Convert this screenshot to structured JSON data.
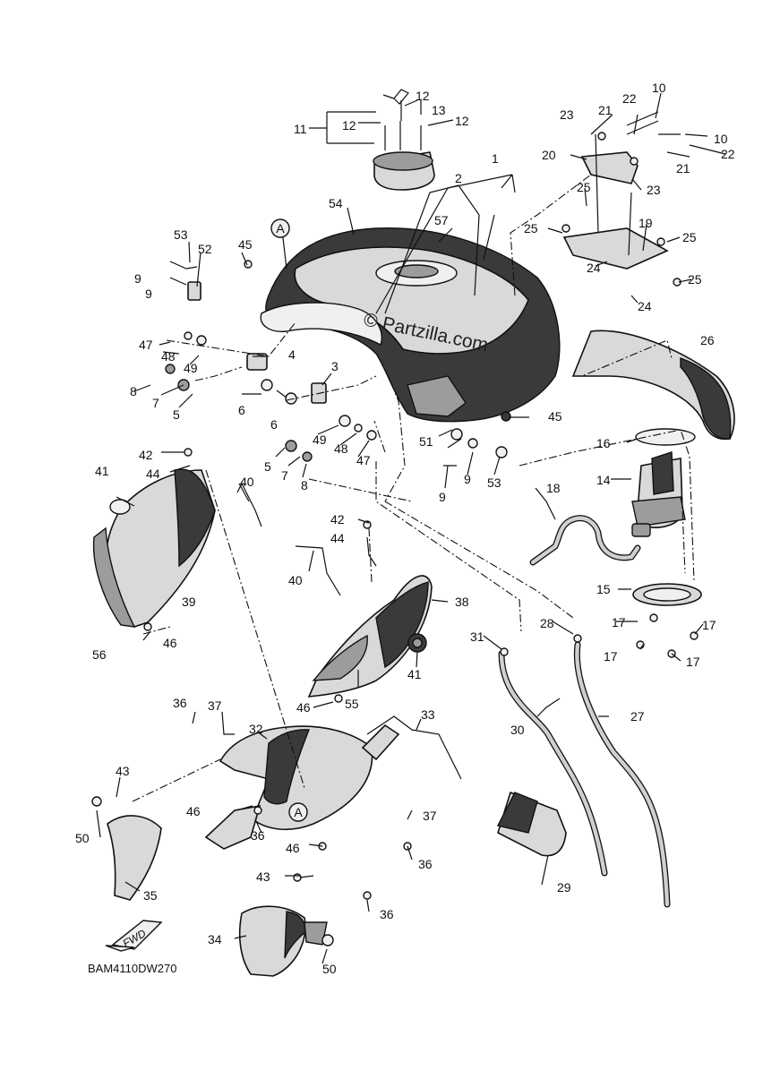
{
  "diagram": {
    "code": "BAM4110DW270",
    "watermark": "© Partzilla.com",
    "fwd_label": "FWD",
    "ref_marks": [
      "A",
      "A"
    ]
  },
  "callouts": [
    {
      "id": "c1",
      "text": "1"
    },
    {
      "id": "c2",
      "text": "2"
    },
    {
      "id": "c3",
      "text": "3"
    },
    {
      "id": "c4",
      "text": "4"
    },
    {
      "id": "c5a",
      "text": "5"
    },
    {
      "id": "c5b",
      "text": "5"
    },
    {
      "id": "c6a",
      "text": "6"
    },
    {
      "id": "c6b",
      "text": "6"
    },
    {
      "id": "c7a",
      "text": "7"
    },
    {
      "id": "c7b",
      "text": "7"
    },
    {
      "id": "c8a",
      "text": "8"
    },
    {
      "id": "c8b",
      "text": "8"
    },
    {
      "id": "c9a",
      "text": "9"
    },
    {
      "id": "c9b",
      "text": "9"
    },
    {
      "id": "c9c",
      "text": "9"
    },
    {
      "id": "c9d",
      "text": "9"
    },
    {
      "id": "c10a",
      "text": "10"
    },
    {
      "id": "c10b",
      "text": "10"
    },
    {
      "id": "c11",
      "text": "11"
    },
    {
      "id": "c12a",
      "text": "12"
    },
    {
      "id": "c12b",
      "text": "12"
    },
    {
      "id": "c12c",
      "text": "12"
    },
    {
      "id": "c13",
      "text": "13"
    },
    {
      "id": "c14",
      "text": "14"
    },
    {
      "id": "c15",
      "text": "15"
    },
    {
      "id": "c16",
      "text": "16"
    },
    {
      "id": "c17a",
      "text": "17"
    },
    {
      "id": "c17b",
      "text": "17"
    },
    {
      "id": "c17c",
      "text": "17"
    },
    {
      "id": "c17d",
      "text": "17"
    },
    {
      "id": "c18",
      "text": "18"
    },
    {
      "id": "c19",
      "text": "19"
    },
    {
      "id": "c20",
      "text": "20"
    },
    {
      "id": "c21a",
      "text": "21"
    },
    {
      "id": "c21b",
      "text": "21"
    },
    {
      "id": "c22a",
      "text": "22"
    },
    {
      "id": "c22b",
      "text": "22"
    },
    {
      "id": "c23a",
      "text": "23"
    },
    {
      "id": "c23b",
      "text": "23"
    },
    {
      "id": "c24a",
      "text": "24"
    },
    {
      "id": "c24b",
      "text": "24"
    },
    {
      "id": "c25a",
      "text": "25"
    },
    {
      "id": "c25b",
      "text": "25"
    },
    {
      "id": "c25c",
      "text": "25"
    },
    {
      "id": "c25d",
      "text": "25"
    },
    {
      "id": "c26",
      "text": "26"
    },
    {
      "id": "c27",
      "text": "27"
    },
    {
      "id": "c28",
      "text": "28"
    },
    {
      "id": "c29",
      "text": "29"
    },
    {
      "id": "c30",
      "text": "30"
    },
    {
      "id": "c31",
      "text": "31"
    },
    {
      "id": "c32",
      "text": "32"
    },
    {
      "id": "c33",
      "text": "33"
    },
    {
      "id": "c34",
      "text": "34"
    },
    {
      "id": "c35",
      "text": "35"
    },
    {
      "id": "c36a",
      "text": "36"
    },
    {
      "id": "c36b",
      "text": "36"
    },
    {
      "id": "c36c",
      "text": "36"
    },
    {
      "id": "c36d",
      "text": "36"
    },
    {
      "id": "c37a",
      "text": "37"
    },
    {
      "id": "c37b",
      "text": "37"
    },
    {
      "id": "c38",
      "text": "38"
    },
    {
      "id": "c39",
      "text": "39"
    },
    {
      "id": "c40a",
      "text": "40"
    },
    {
      "id": "c40b",
      "text": "40"
    },
    {
      "id": "c41a",
      "text": "41"
    },
    {
      "id": "c41b",
      "text": "41"
    },
    {
      "id": "c42a",
      "text": "42"
    },
    {
      "id": "c42b",
      "text": "42"
    },
    {
      "id": "c43a",
      "text": "43"
    },
    {
      "id": "c43b",
      "text": "43"
    },
    {
      "id": "c44a",
      "text": "44"
    },
    {
      "id": "c44b",
      "text": "44"
    },
    {
      "id": "c45a",
      "text": "45"
    },
    {
      "id": "c45b",
      "text": "45"
    },
    {
      "id": "c46a",
      "text": "46"
    },
    {
      "id": "c46b",
      "text": "46"
    },
    {
      "id": "c46c",
      "text": "46"
    },
    {
      "id": "c46d",
      "text": "46"
    },
    {
      "id": "c47a",
      "text": "47"
    },
    {
      "id": "c47b",
      "text": "47"
    },
    {
      "id": "c48a",
      "text": "48"
    },
    {
      "id": "c48b",
      "text": "48"
    },
    {
      "id": "c49a",
      "text": "49"
    },
    {
      "id": "c49b",
      "text": "49"
    },
    {
      "id": "c50a",
      "text": "50"
    },
    {
      "id": "c50b",
      "text": "50"
    },
    {
      "id": "c51",
      "text": "51"
    },
    {
      "id": "c52",
      "text": "52"
    },
    {
      "id": "c53a",
      "text": "53"
    },
    {
      "id": "c53b",
      "text": "53"
    },
    {
      "id": "c54",
      "text": "54"
    },
    {
      "id": "c55",
      "text": "55"
    },
    {
      "id": "c56",
      "text": "56"
    },
    {
      "id": "c57",
      "text": "57"
    }
  ]
}
